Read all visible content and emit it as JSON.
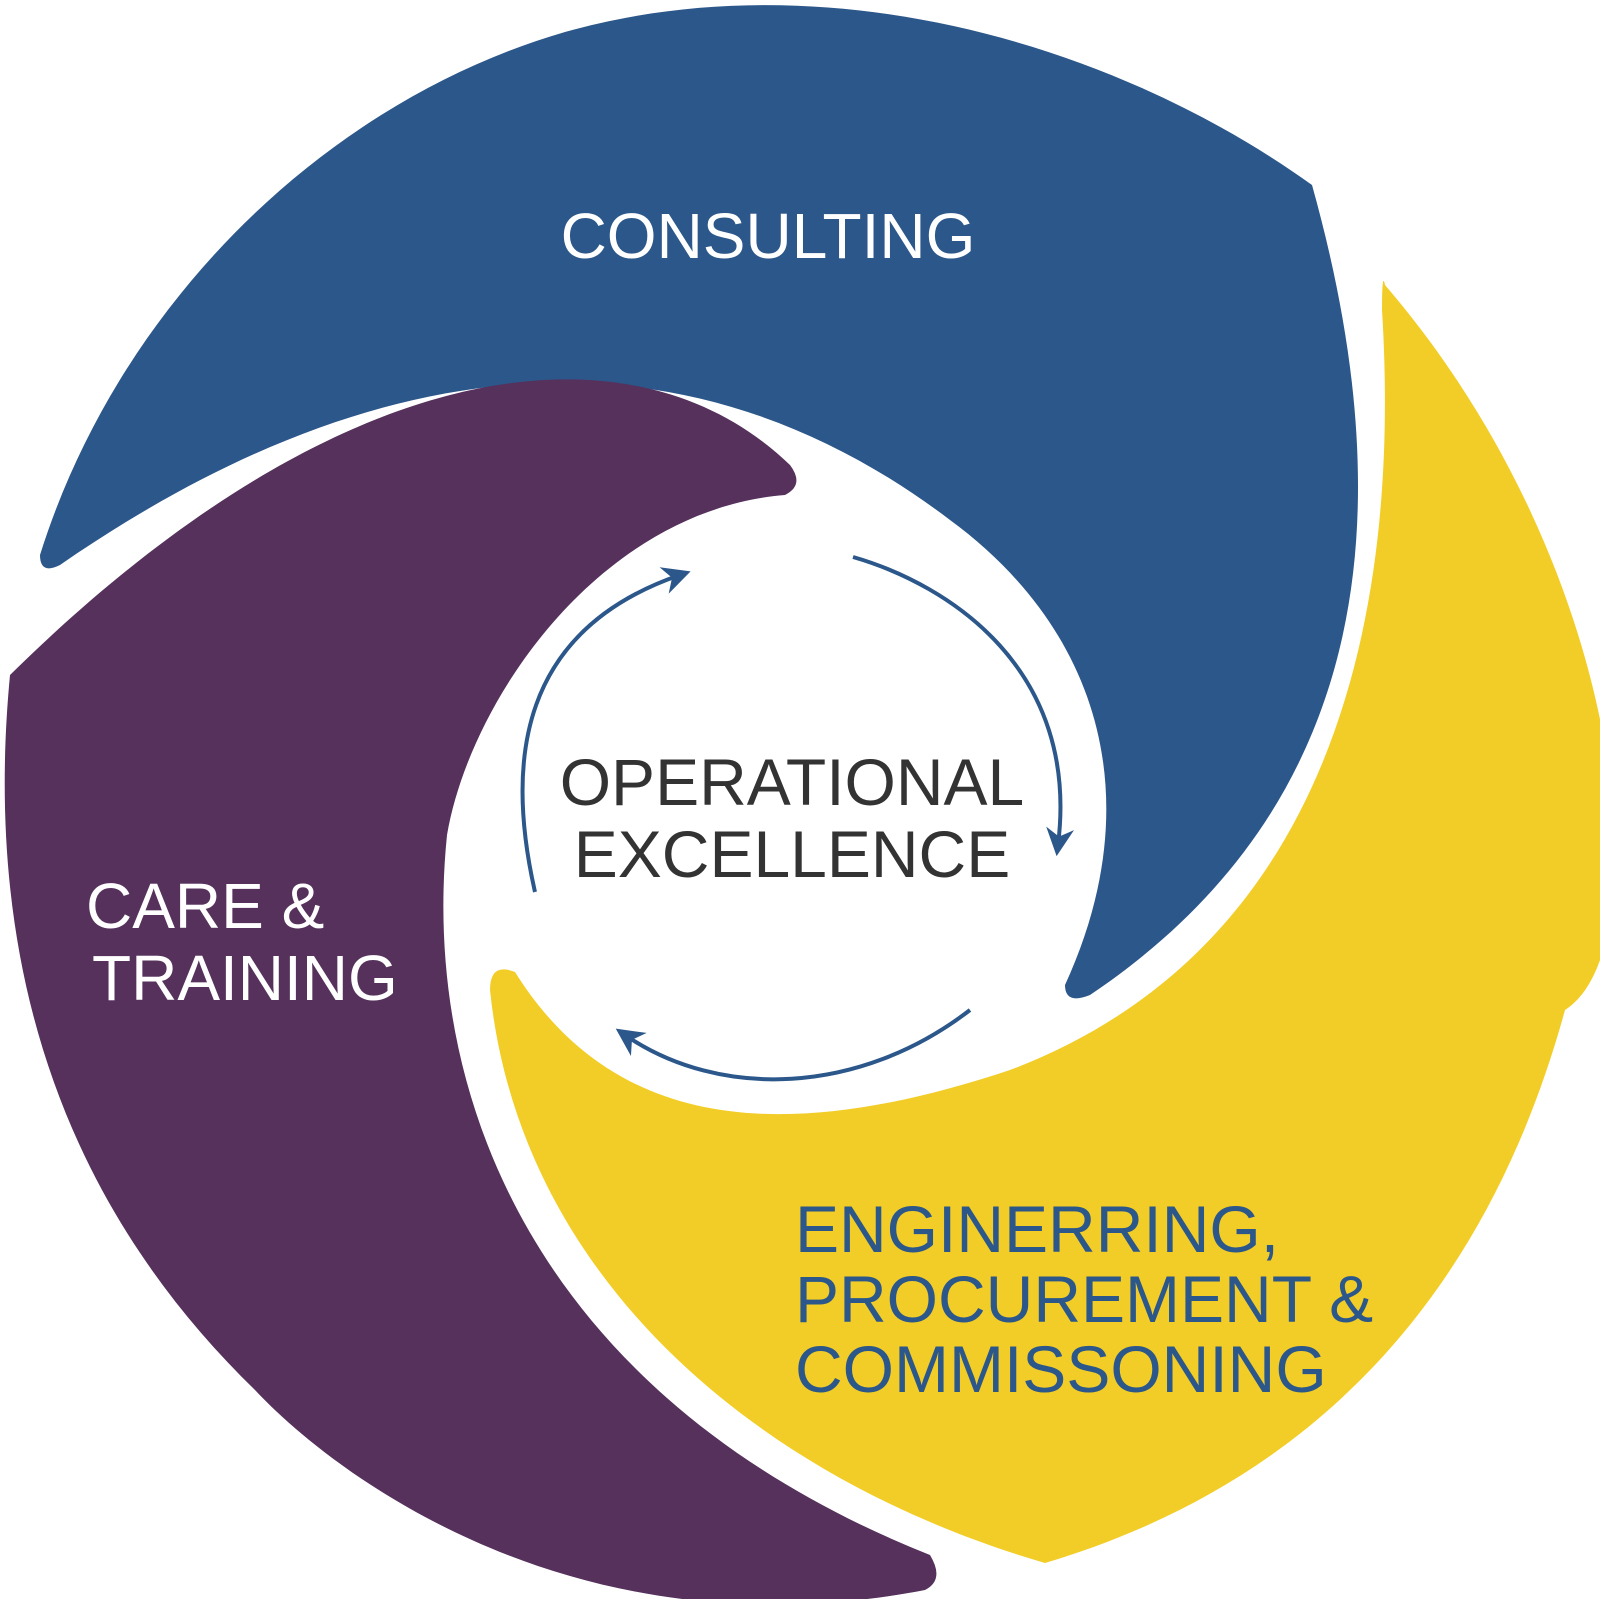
{
  "segments": {
    "consulting": {
      "label": "CONSULTING",
      "color": "#2c578a",
      "text_color": "#ffffff"
    },
    "care_training": {
      "lines": [
        "CARE &",
        "TRAINING"
      ],
      "color": "#55315c",
      "text_color": "#ffffff"
    },
    "epc": {
      "lines": [
        "ENGINERRING,",
        "PROCUREMENT &",
        "COMMISSONING"
      ],
      "color": "#f2cd27",
      "text_color": "#2c578a"
    }
  },
  "center": {
    "lines": [
      "OPERATIONAL",
      "EXCELLENCE"
    ],
    "text_color": "#333333",
    "arrow_color": "#2c578a"
  }
}
